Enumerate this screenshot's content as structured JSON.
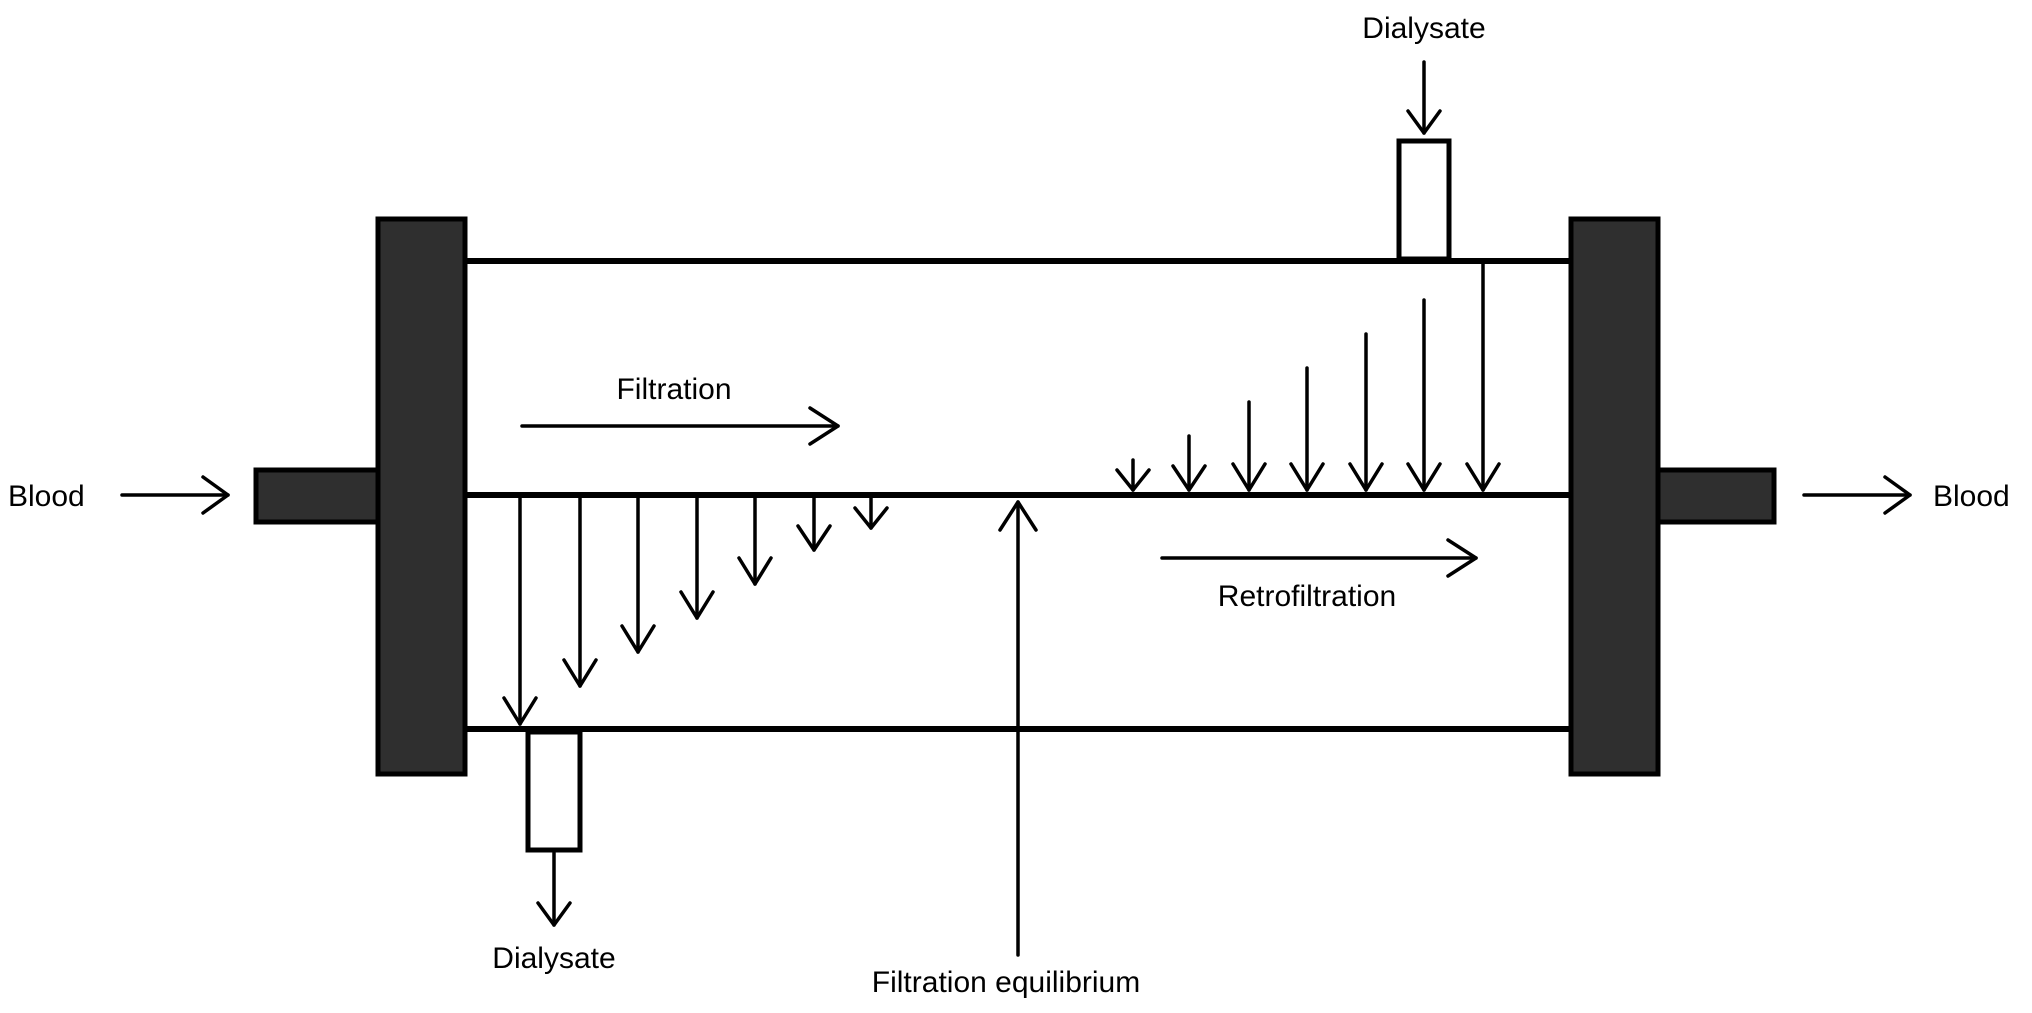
{
  "labels": {
    "dialysate_in": "Dialysate",
    "dialysate_out": "Dialysate",
    "blood_in": "Blood",
    "blood_out": "Blood",
    "filtration": "Filtration",
    "retrofiltration": "Retrofiltration",
    "equilibrium": "Filtration equilibrium"
  },
  "colors": {
    "stroke": "#000000",
    "header_fill": "#2f2f2f",
    "background": "#ffffff"
  }
}
